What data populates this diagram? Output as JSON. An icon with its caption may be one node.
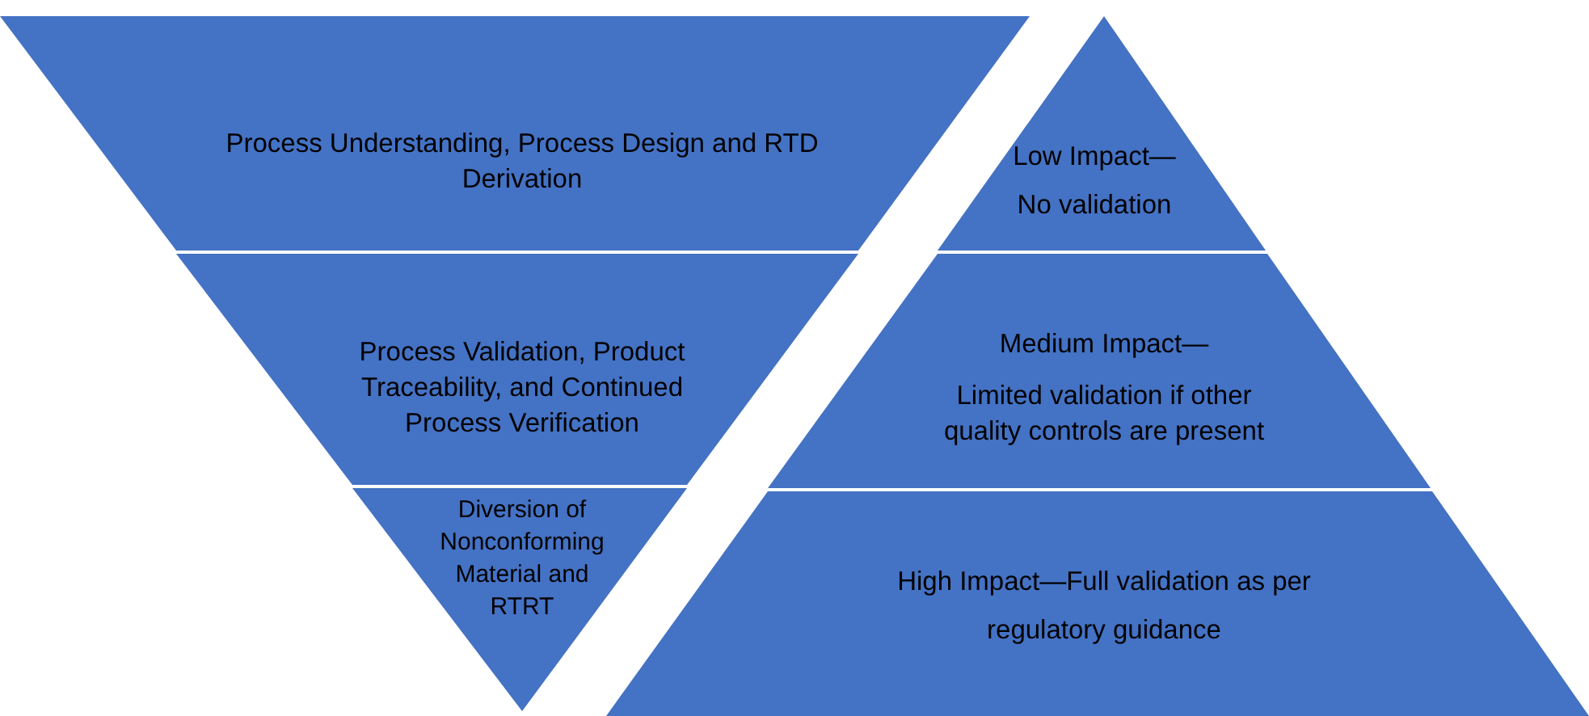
{
  "diagram": {
    "nodes": [
      {
        "text": [
          "Process Understanding, Process Design and RTD Derivation"
        ]
      },
      {
        "text": [
          "Process Validation, Product Traceability, and Continued Process Verification"
        ]
      },
      {
        "text": [
          "Diversion of Nonconforming Material and RTRT"
        ]
      },
      {
        "text": [
          "Low Impact—",
          "No validation"
        ]
      },
      {
        "text": [
          "Medium Impact—",
          "Limited validation if other quality controls are present"
        ]
      },
      {
        "text": [
          "High Impact—Full validation as per regulatory guidance"
        ]
      }
    ]
  }
}
